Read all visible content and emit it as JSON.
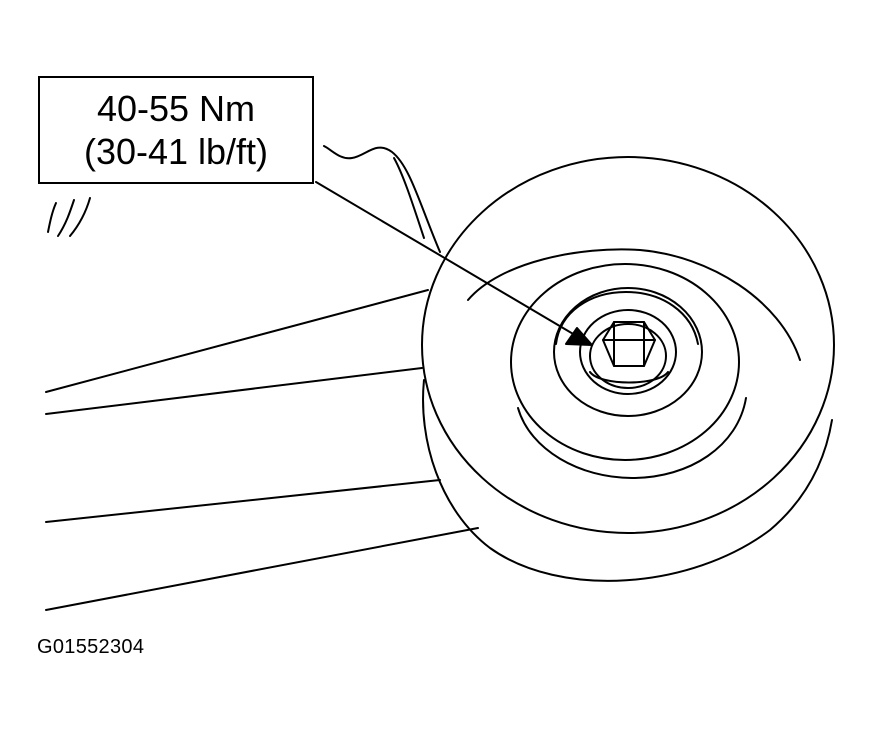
{
  "callout": {
    "torque_metric": "40-55 Nm",
    "torque_imperial": "(30-41 lb/ft)"
  },
  "figure_id": "G01552304",
  "colors": {
    "line": "#000000",
    "background": "#ffffff"
  },
  "icons": {
    "bolt": "hex-bolt-icon",
    "arrow": "arrow-icon"
  }
}
